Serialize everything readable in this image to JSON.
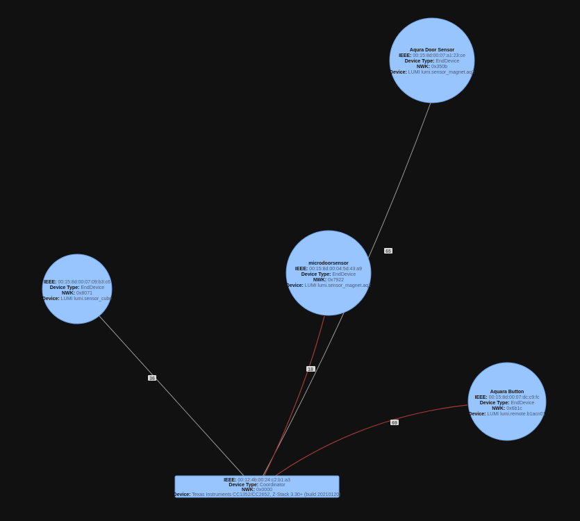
{
  "colors": {
    "background": "#111111",
    "node_fill": "#99c5ff",
    "node_stroke": "#6b9fe0",
    "link_normal": "#9a9a9a",
    "link_weak": "#a43a3a"
  },
  "nodes": {
    "aqura_door": {
      "title": "Aqura Door Sensor",
      "ieee_label": "IEEE:",
      "ieee": "00:15:8d:00:07:a1:23:ce",
      "type_label": "Device Type:",
      "type": "EndDevice",
      "nwk_label": "NWK:",
      "nwk": "0x350b",
      "device_label": "Device:",
      "device": "LUMI lumi.sensor_magnet.aq2"
    },
    "microdoorsensor": {
      "title": "microdoorsensor",
      "ieee_label": "IEEE:",
      "ieee": "00:15:8d:00:04:5d:43:a9",
      "type_label": "Device Type:",
      "type": "EndDevice",
      "nwk_label": "NWK:",
      "nwk": "0x7922",
      "device_label": "Device:",
      "device": "LUMI lumi.sensor_magnet.aq2"
    },
    "cube": {
      "ieee_label": "IEEE:",
      "ieee": "00:15:8d:00:07:09:b3:c6",
      "type_label": "Device Type:",
      "type": "EndDevice",
      "nwk_label": "NWK:",
      "nwk": "0x8071",
      "device_label": "Device:",
      "device": "LUMI lumi.sensor_cube"
    },
    "aquara_button": {
      "title": "Aquara Button",
      "ieee_label": "IEEE:",
      "ieee": "00:15:8d:00:07:dc:c9:fc",
      "type_label": "Device Type:",
      "type": "EndDevice",
      "nwk_label": "NWK:",
      "nwk": "0x6b1c",
      "device_label": "Device:",
      "device": "LUMI lumi.remote.b1acn01"
    },
    "coordinator": {
      "ieee_label": "IEEE:",
      "ieee": "00:12:4b:00:24:c2:b1:a3",
      "type_label": "Device Type:",
      "type": "Coordinator",
      "nwk_label": "NWK:",
      "nwk": "0x0000",
      "device_label": "Device:",
      "device": "Texas Instruments CC1352/CC2652, Z-Stack 3.30+ (build 20210120)"
    }
  },
  "links": {
    "aqura_door": "65",
    "microdoorsensor": "18",
    "cube": "36",
    "aquara_button": "69"
  }
}
